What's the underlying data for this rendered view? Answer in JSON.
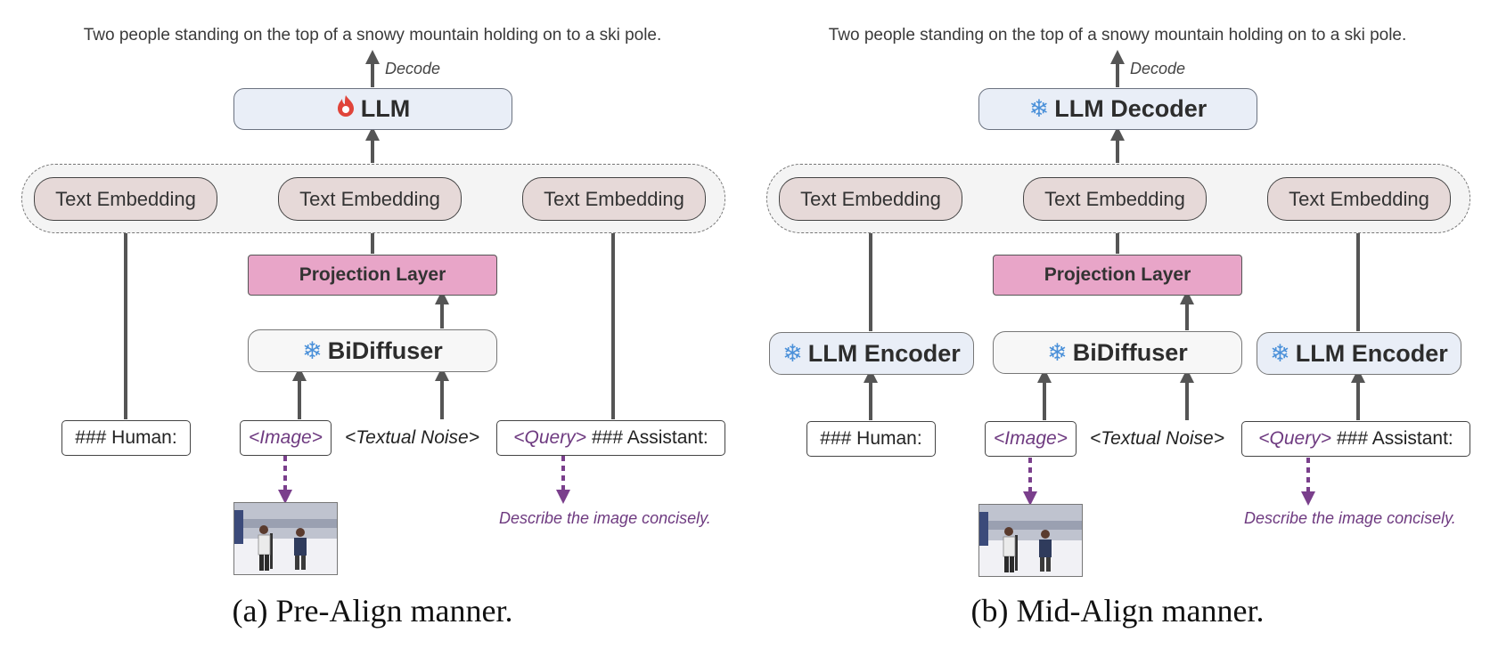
{
  "figure": {
    "panel_a": {
      "output_text": "Two people standing on the top of a snowy mountain holding on to a ski pole.",
      "decode_label": "Decode",
      "llm_label": "LLM",
      "text_embeddings": [
        "Text Embedding",
        "Text Embedding",
        "Text Embedding"
      ],
      "projection_label": "Projection Layer",
      "bidiffuser_label": "BiDiffuser",
      "human_label": "### Human:",
      "image_token": "<Image>",
      "noise_token": "<Textual Noise>",
      "query_token": "<Query>",
      "assistant_label": "### Assistant:",
      "instruction_text": "Describe the image concisely.",
      "caption": "(a) Pre-Align manner."
    },
    "panel_b": {
      "output_text": "Two people standing on the top of a snowy mountain holding on to a ski pole.",
      "decode_label": "Decode",
      "llm_decoder_label": "LLM Decoder",
      "text_embeddings": [
        "Text Embedding",
        "Text Embedding",
        "Text Embedding"
      ],
      "projection_label": "Projection Layer",
      "bidiffuser_label": "BiDiffuser",
      "encoder_left_label": "LLM Encoder",
      "encoder_right_label": "LLM Encoder",
      "human_label": "### Human:",
      "image_token": "<Image>",
      "noise_token": "<Textual Noise>",
      "query_token": "<Query>",
      "assistant_label": "### Assistant:",
      "instruction_text": "Describe the image concisely.",
      "caption": "(b) Mid-Align manner."
    }
  },
  "icons": {
    "trainable": "fire-icon",
    "frozen": "snowflake-icon",
    "snowflake_glyph": "❄"
  },
  "colors": {
    "arrow": "#555555",
    "dashed_arrow": "#7a3f8c",
    "llm_fill": "#e9eef7",
    "text_embedding_fill": "#e6d9d8",
    "projection_fill": "#e8a5c8",
    "fire": "#e0443a",
    "snowflake": "#4a90d9",
    "purple_text": "#6e3a80"
  }
}
